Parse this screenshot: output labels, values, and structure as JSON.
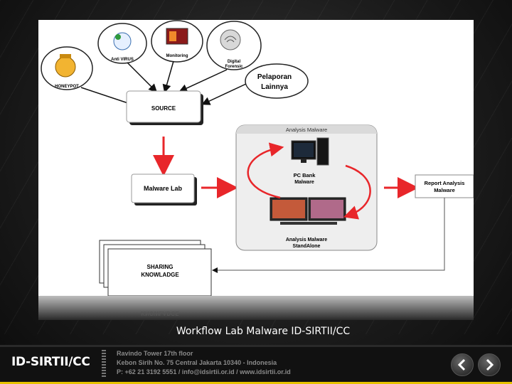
{
  "slide": {
    "caption": "Workflow Lab Malware ID-SIRTII/CC"
  },
  "diagram": {
    "sources": {
      "honeypot": "HONEYPOT",
      "antivirus": "Anti VIRUS",
      "monitoring": "Monitoring",
      "forensic_line1": "Digital",
      "forensic_line2": "Forensic",
      "pelaporan_line1": "Pelaporan",
      "pelaporan_line2": "Lainnya"
    },
    "source_box": "SOURCE",
    "malware_lab": "Malware Lab",
    "analysis_panel": {
      "title": "Analysis Malware",
      "pc_line1": "PC Bank",
      "pc_line2": "Malware",
      "standalone_line1": "Analysis Malware",
      "standalone_line2": "StandAlone"
    },
    "report_line1": "Report Analysis",
    "report_line2": "Malware",
    "sharing_line1": "SHARING",
    "sharing_line2": "KNOWLADGE",
    "reflection_text": "KNOWLADGE"
  },
  "footer": {
    "logo": "ID-SIRTII/CC",
    "address_line1": "Ravindo Tower 17th floor",
    "address_line2": "Kebon Sirih No. 75 Central Jakarta 10340 - Indonesia",
    "contact_line": "P: +62 21 3192 5551 / info@idsirtii.or.id / www.idsirtii.or.id"
  },
  "colors": {
    "arrow_red": "#e8262a",
    "accent_yellow": "#e6c200"
  },
  "icons": [
    "back-arrow-icon",
    "forward-arrow-icon",
    "computer-icon",
    "monitor-icon"
  ]
}
